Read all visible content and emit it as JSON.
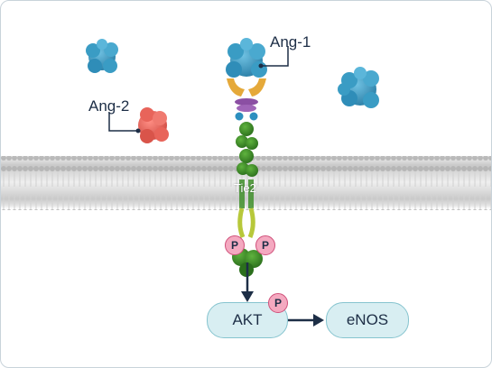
{
  "labels": {
    "ang1": "Ang-1",
    "ang2": "Ang-2",
    "receptor": "Tie2"
  },
  "nodes": {
    "akt": "AKT",
    "enos": "eNOS"
  },
  "phospho": "P",
  "colors": {
    "ang1": "#3a9cc4",
    "ang2": "#e8645a",
    "membrane": "#bdbdbd",
    "receptor": "#3f8f2a",
    "pill_fill": "#d8eef2",
    "pill_border": "#86c4cf",
    "phospho_fill": "#f4a9c0",
    "arrow": "#1d2e46"
  }
}
